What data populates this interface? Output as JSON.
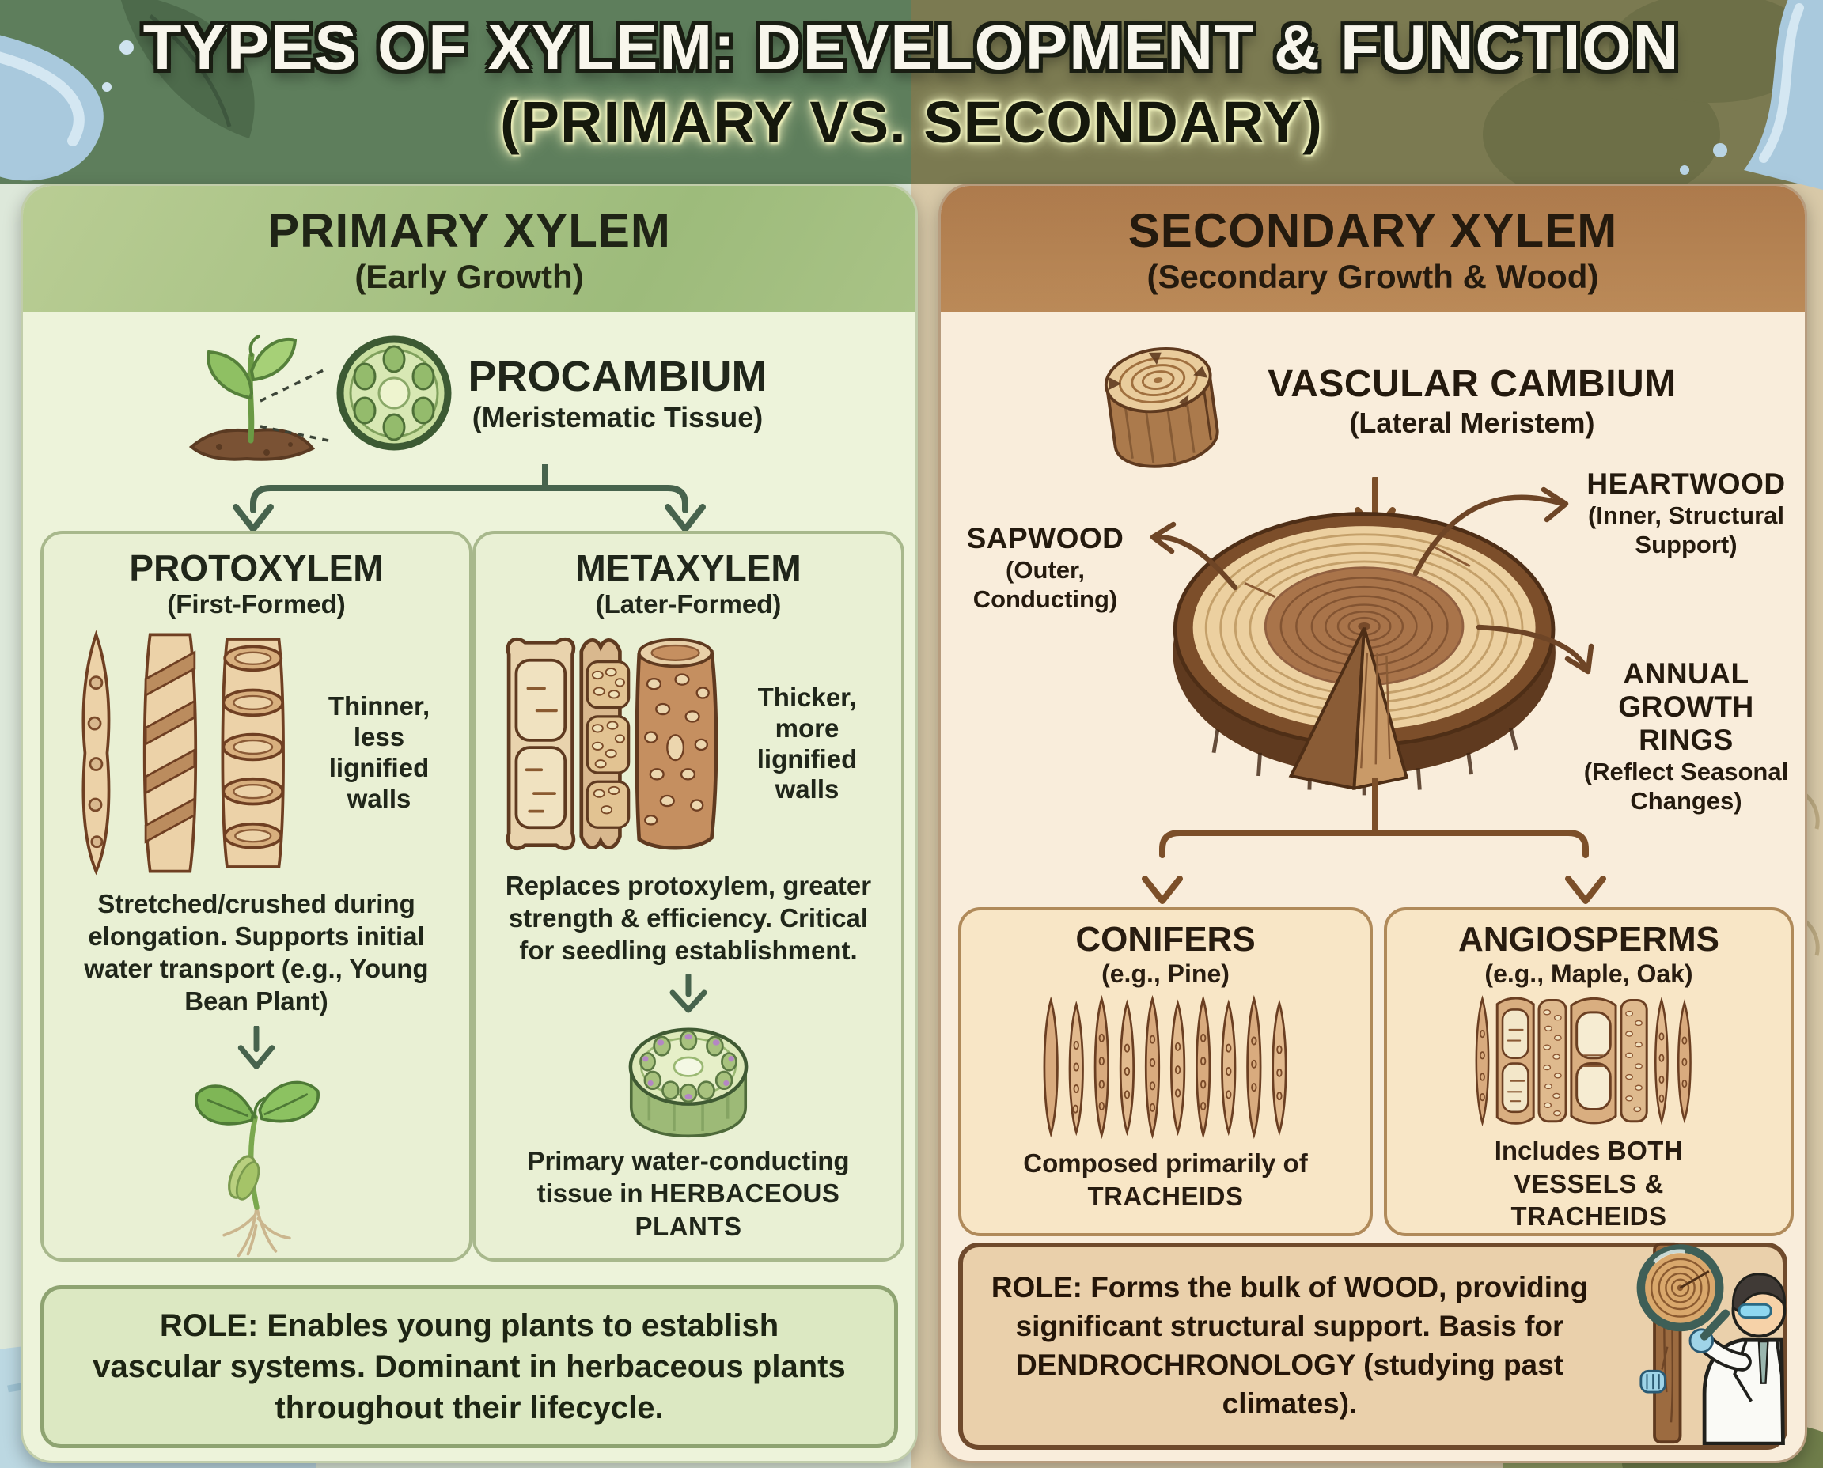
{
  "title": {
    "main": "TYPES OF XYLEM: DEVELOPMENT & FUNCTION",
    "sub": "(PRIMARY VS. SECONDARY)"
  },
  "primary": {
    "title": "PRIMARY XYLEM",
    "subtitle": "(Early Growth)",
    "procambium_title": "PROCAMBIUM",
    "procambium_subtitle": "(Meristematic Tissue)",
    "protoxylem": {
      "title": "PROTOXYLEM",
      "subtitle": "(First-Formed)",
      "feature": "Thinner, less lignified walls",
      "description": "Stretched/crushed during elongation. Supports initial water transport (e.g., Young Bean Plant)"
    },
    "metaxylem": {
      "title": "METAXYLEM",
      "subtitle": "(Later-Formed)",
      "feature": "Thicker, more lignified walls",
      "description": "Replaces protoxylem, greater strength & efficiency. Critical for seedling establishment.",
      "caption_text": "Primary water-conducting tissue in",
      "caption_bold": "HERBACEOUS PLANTS"
    },
    "role": "ROLE: Enables young plants to establish vascular systems. Dominant in herbaceous plants throughout their lifecycle."
  },
  "secondary": {
    "title": "SECONDARY XYLEM",
    "subtitle": "(Secondary Growth & Wood)",
    "cambium_title": "VASCULAR CAMBIUM",
    "cambium_subtitle": "(Lateral Meristem)",
    "sapwood_title": "SAPWOOD",
    "sapwood_subtitle": "(Outer, Conducting)",
    "heartwood_title": "HEARTWOOD",
    "heartwood_subtitle": "(Inner, Structural Support)",
    "rings_title": "ANNUAL GROWTH RINGS",
    "rings_subtitle": "(Reflect Seasonal Changes)",
    "conifers": {
      "title": "CONIFERS",
      "subtitle": "(e.g., Pine)",
      "caption_text": "Composed primarily of",
      "caption_bold": "TRACHEIDS"
    },
    "angiosperms": {
      "title": "ANGIOSPERMS",
      "subtitle": "(e.g., Maple, Oak)",
      "caption_text": "Includes",
      "caption_bold": "BOTH VESSELS & TRACHEIDS"
    },
    "role": "ROLE: Forms the bulk of WOOD, providing significant structural support. Basis for DENDROCHRONOLOGY (studying past climates)."
  },
  "colors": {
    "primary_header_green": "#a8c084",
    "primary_body_green": "#edf3da",
    "primary_accent_green": "#47634d",
    "secondary_header_brown": "#b2804f",
    "secondary_body_cream": "#f9eddb",
    "secondary_accent_brown": "#7c4f29"
  },
  "illustrations": {
    "seedling": "young seedling sprouting from soil",
    "procambium_cross_section": "stem cross-section of meristematic tissue",
    "protoxylem_vessels": "vessels with annular and spiral thickenings",
    "bean_seedling": "young bean plant with seed and roots",
    "metaxylem_vessels": "vessels with pitted and reticulate walls",
    "herbaceous_stem": "green stem cross-section with vascular bundles",
    "cut_log": "cut log showing growth rings",
    "trunk_cross_section": "tree trunk disc with wedge removed",
    "tracheids": "bundle of spindle-shaped tracheids",
    "vessels_and_tracheids": "angiosperm wood with vessels and tracheids",
    "dendrochronologist": "scientist with magnifying glass over tree rings"
  }
}
